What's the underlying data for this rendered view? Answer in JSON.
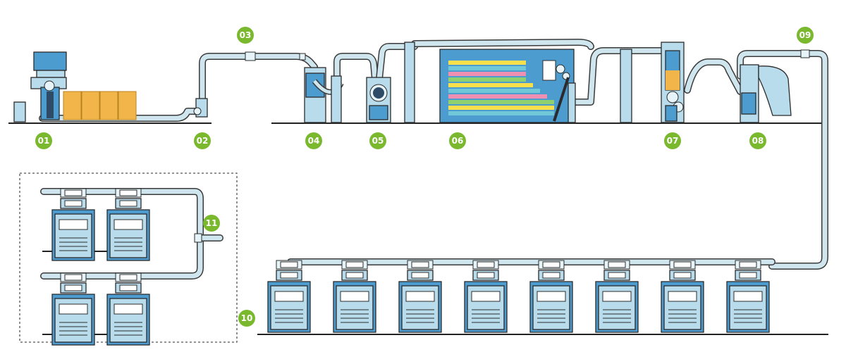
{
  "steps": [
    {
      "id": "s01",
      "label": "01"
    },
    {
      "id": "s02",
      "label": "02"
    },
    {
      "id": "s03",
      "label": "03"
    },
    {
      "id": "s04",
      "label": "04"
    },
    {
      "id": "s05",
      "label": "05"
    },
    {
      "id": "s06",
      "label": "06"
    },
    {
      "id": "s07",
      "label": "07"
    },
    {
      "id": "s08",
      "label": "08"
    },
    {
      "id": "s09",
      "label": "09"
    },
    {
      "id": "s10",
      "label": "10"
    },
    {
      "id": "s11",
      "label": "11"
    }
  ],
  "colors": {
    "badge": "#7ab82e",
    "pipe": "#cfe6ee",
    "machine_light": "#b8dcec",
    "machine_dark": "#4d9cd0",
    "bale": "#f2b54a",
    "mixer_stripes": [
      "#f7e04c",
      "#6fc7d8",
      "#ef8fb2",
      "#8ed070"
    ]
  },
  "card_rows": {
    "main_count": 8,
    "inset_count": 4
  }
}
